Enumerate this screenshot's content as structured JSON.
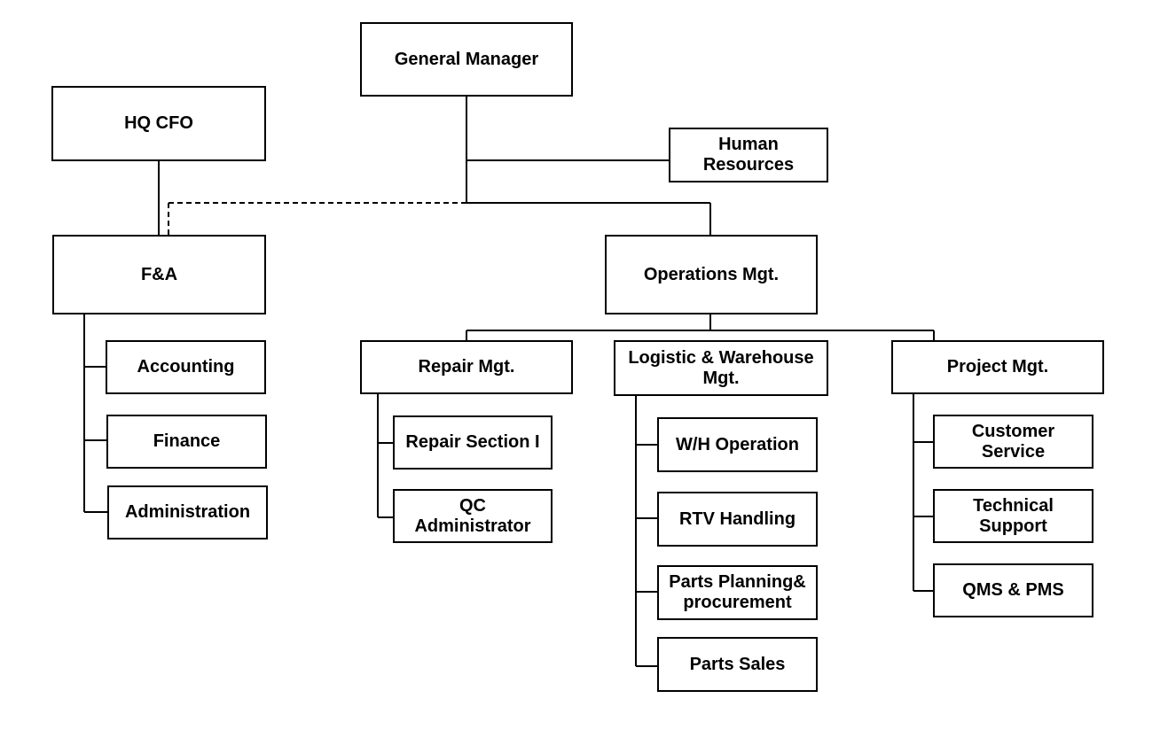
{
  "org_chart": {
    "general_manager": "General Manager",
    "hq_cfo": "HQ CFO",
    "human_resources": "Human\nResources",
    "fa": "F&A",
    "operations": "Operations Mgt.",
    "accounting": "Accounting",
    "finance": "Finance",
    "administration": "Administration",
    "repair": "Repair Mgt.",
    "repair_section_1": "Repair Section I",
    "qc_administrator": "QC\nAdministrator",
    "logistic": "Logistic & Warehouse\nMgt.",
    "wh_operation": "W/H Operation",
    "rtv_handling": "RTV Handling",
    "parts_planning": "Parts Planning&\nprocurement",
    "parts_sales": "Parts Sales",
    "project": "Project Mgt.",
    "customer_service": "Customer\nService",
    "technical_support": "Technical\nSupport",
    "qms_pms": "QMS & PMS"
  },
  "colors": {
    "line": "#000000",
    "box_border": "#000000",
    "box_fill": "#ffffff"
  }
}
